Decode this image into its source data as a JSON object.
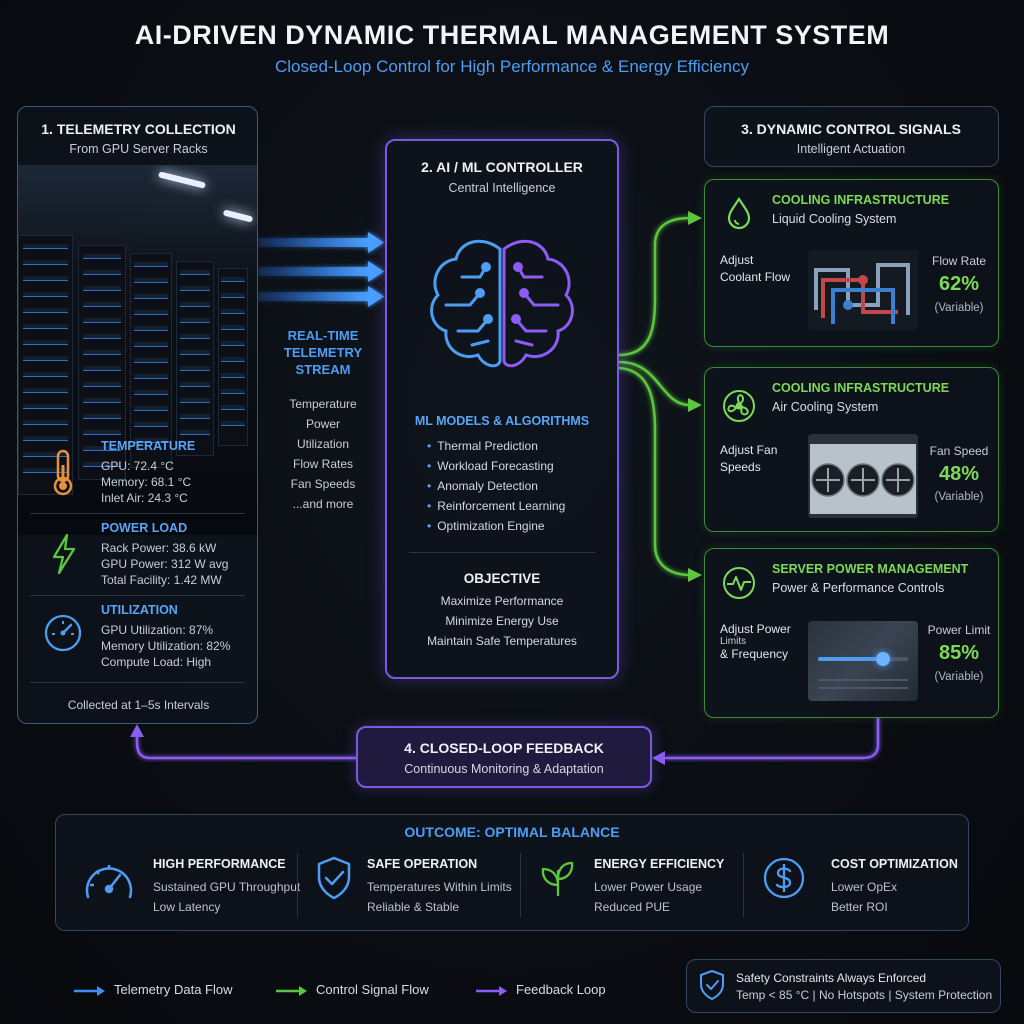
{
  "header": {
    "title": "AI-DRIVEN DYNAMIC THERMAL MANAGEMENT SYSTEM",
    "subtitle": "Closed-Loop Control for High Performance & Energy Efficiency"
  },
  "telemetry": {
    "title": "1. TELEMETRY COLLECTION",
    "subtitle": "From GPU Server Racks",
    "sections": [
      {
        "icon": "thermometer-icon",
        "title": "TEMPERATURE",
        "lines": [
          "GPU: 72.4 °C",
          "Memory: 68.1 °C",
          "Inlet Air: 24.3 °C"
        ]
      },
      {
        "icon": "lightning-icon",
        "title": "POWER LOAD",
        "lines": [
          "Rack Power: 38.6 kW",
          "GPU Power:  312 W avg",
          "Total Facility: 1.42 MW"
        ]
      },
      {
        "icon": "gauge-icon",
        "title": "UTILIZATION",
        "lines": [
          "GPU Utilization: 87%",
          "Memory Utilization: 82%",
          "Compute Load:  High"
        ]
      }
    ],
    "footer": "Collected at 1–5s Intervals"
  },
  "stream": {
    "title_lines": [
      "REAL-TIME",
      "TELEMETRY",
      "STREAM"
    ],
    "items": [
      "Temperature",
      "Power",
      "Utilization",
      "Flow Rates",
      "Fan Speeds",
      "...and more"
    ]
  },
  "controller": {
    "title": "2. AI / ML CONTROLLER",
    "subtitle": "Central Intelligence",
    "models_title": "ML MODELS & ALGORITHMS",
    "models": [
      "Thermal Prediction",
      "Workload Forecasting",
      "Anomaly Detection",
      "Reinforcement Learning",
      "Optimization Engine"
    ],
    "objective_title": "OBJECTIVE",
    "objectives": [
      "Maximize Performance",
      "Minimize Energy Use",
      "Maintain Safe Temperatures"
    ]
  },
  "control": {
    "title": "3. DYNAMIC CONTROL SIGNALS",
    "subtitle": "Intelligent Actuation",
    "cards": [
      {
        "icon": "droplet-icon",
        "title": "COOLING INFRASTRUCTURE",
        "subtitle": "Liquid Cooling System",
        "action": [
          "Adjust",
          "Coolant Flow"
        ],
        "metric_label": "Flow Rate",
        "metric_value": "62%",
        "note": "(Variable)"
      },
      {
        "icon": "fan-icon",
        "title": "COOLING INFRASTRUCTURE",
        "subtitle": "Air Cooling System",
        "action": [
          "Adjust Fan",
          "Speeds"
        ],
        "metric_label": "Fan Speed",
        "metric_value": "48%",
        "note": "(Variable)"
      },
      {
        "icon": "pulse-icon",
        "title": "SERVER POWER MANAGEMENT",
        "subtitle": "Power & Performance Controls",
        "action": [
          "Adjust Power",
          "Limits",
          "& Frequency"
        ],
        "metric_label": "Power Limit",
        "metric_value": "85%",
        "note": "(Variable)",
        "slider_level": 0.72
      }
    ]
  },
  "feedback": {
    "title": "4. CLOSED-LOOP FEEDBACK",
    "subtitle": "Continuous Monitoring & Adaptation"
  },
  "outcome": {
    "title": "OUTCOME: OPTIMAL BALANCE",
    "items": [
      {
        "icon": "speedometer-icon",
        "title": "HIGH PERFORMANCE",
        "lines": [
          "Sustained GPU Throughput",
          "Low Latency"
        ]
      },
      {
        "icon": "shield-check-icon",
        "title": "SAFE OPERATION",
        "lines": [
          "Temperatures Within Limits",
          "Reliable & Stable"
        ]
      },
      {
        "icon": "leaf-icon",
        "title": "ENERGY EFFICIENCY",
        "lines": [
          "Lower Power Usage",
          "Reduced PUE"
        ]
      },
      {
        "icon": "dollar-icon",
        "title": "COST OPTIMIZATION",
        "lines": [
          "Lower OpEx",
          "Better ROI"
        ]
      }
    ]
  },
  "legend": {
    "items": [
      {
        "label": "Telemetry Data Flow",
        "color": "#3f8ff0"
      },
      {
        "label": "Control Signal Flow",
        "color": "#5cc73e"
      },
      {
        "label": "Feedback Loop",
        "color": "#8b5cf6"
      }
    ]
  },
  "safety": {
    "icon": "shield-check-icon",
    "title": "Safety Constraints Always Enforced",
    "subtitle": "Temp < 85 °C | No Hotspots | System Protection"
  },
  "colors": {
    "blue": "#4d9df2",
    "green": "#7ed957",
    "purple": "#8b5cf6",
    "orange": "#e8913a"
  }
}
